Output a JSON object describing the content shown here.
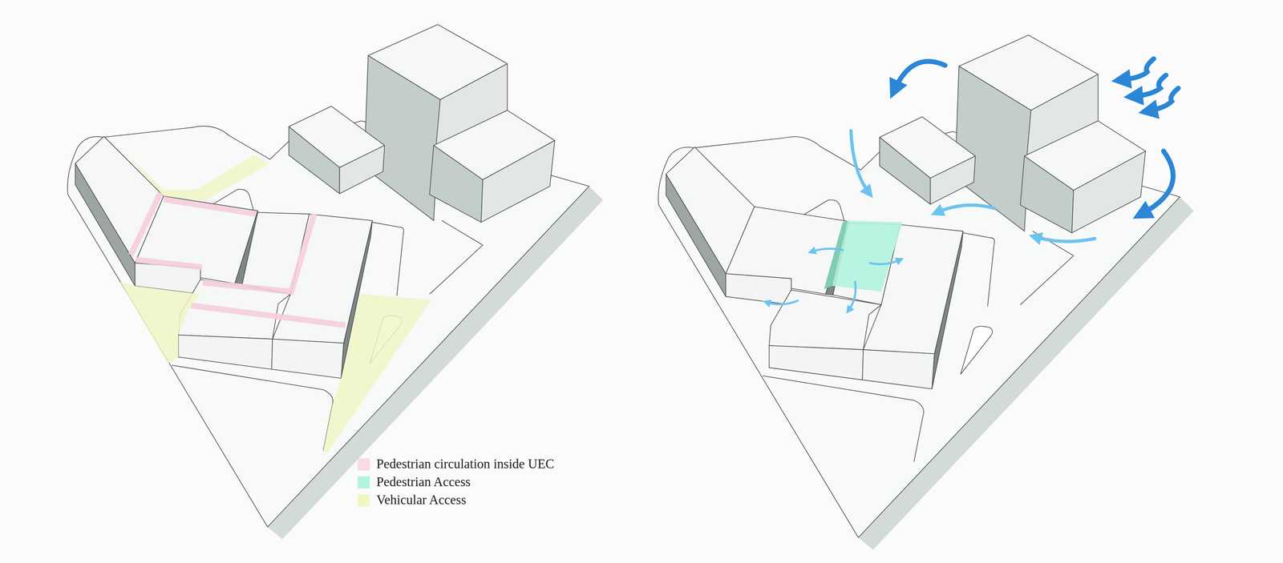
{
  "diagram": {
    "legend": [
      {
        "text": "Pedestrian circulation inside UEC",
        "color": "#fadbe4"
      },
      {
        "text": "Pedestrian Access",
        "color": "#b3f3df"
      },
      {
        "text": "Vehicular Access",
        "color": "#f1f6c6"
      }
    ]
  }
}
